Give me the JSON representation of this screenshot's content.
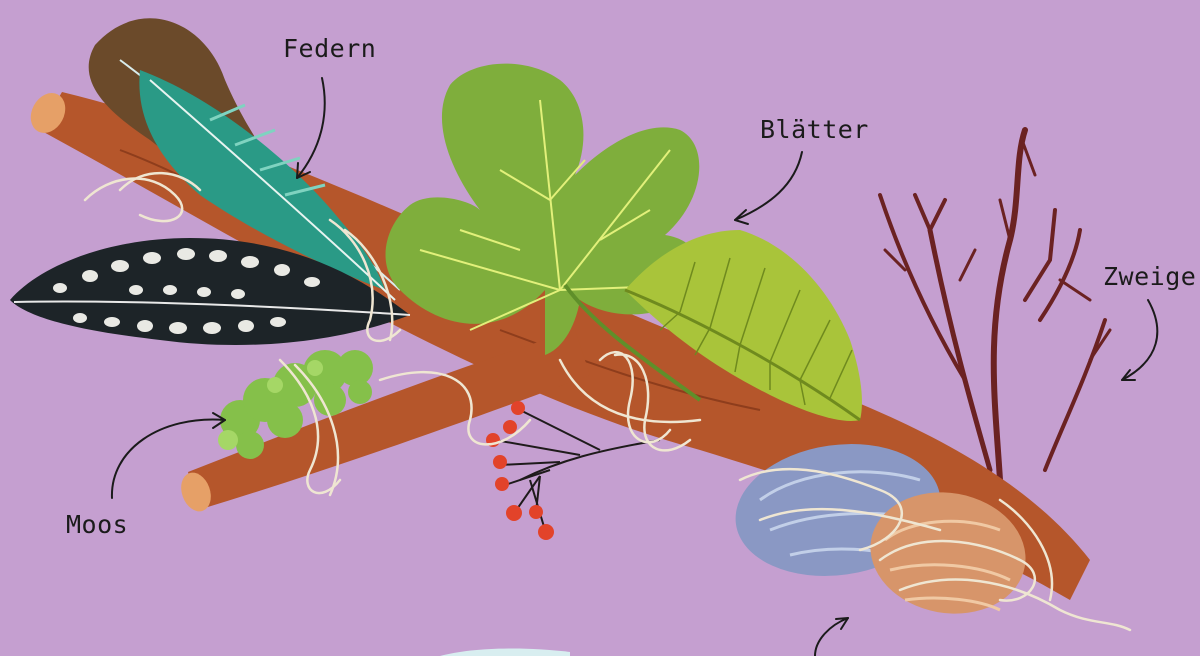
{
  "labels": {
    "feathers": "Federn",
    "leaves": "Blätter",
    "twigs": "Zweige",
    "moss": "Moos"
  },
  "colors": {
    "background": "#c59fd0",
    "branch": "#b5562b",
    "string": "#efe6d2",
    "leaf": "#7fae3c",
    "berry": "#e2432a",
    "twig": "#6b2222"
  }
}
